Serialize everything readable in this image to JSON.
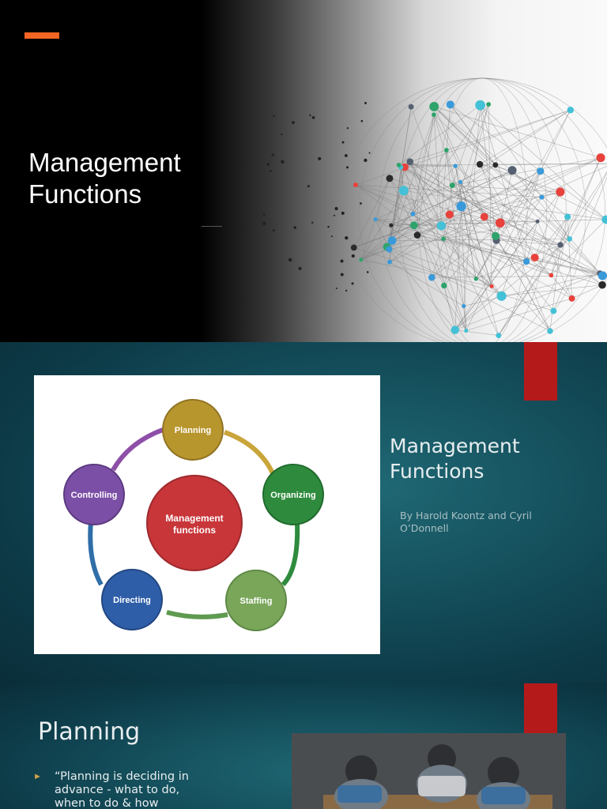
{
  "slide1": {
    "title_line1": "Management",
    "title_line2": "Functions",
    "accent_color": "#f26522"
  },
  "slide2": {
    "title_line1": "Management",
    "title_line2": "Functions",
    "subtitle": "By Harold Koontz and Cyril O’Donnell",
    "diagram": {
      "center_label_line1": "Management",
      "center_label_line2": "functions",
      "nodes": [
        {
          "label": "Planning",
          "color": "#b8962e"
        },
        {
          "label": "Organizing",
          "color": "#2e8b3d"
        },
        {
          "label": "Staffing",
          "color": "#7aa65a"
        },
        {
          "label": "Directing",
          "color": "#2f5ea8"
        },
        {
          "label": "Controlling",
          "color": "#7b4fa6"
        }
      ],
      "center_color": "#c8363a",
      "accent_red": "#b51a1a"
    }
  },
  "slide3": {
    "title": "Planning",
    "bullet_symbol": "►",
    "quote": "“Planning is deciding in advance - what to do, when to do & how"
  }
}
